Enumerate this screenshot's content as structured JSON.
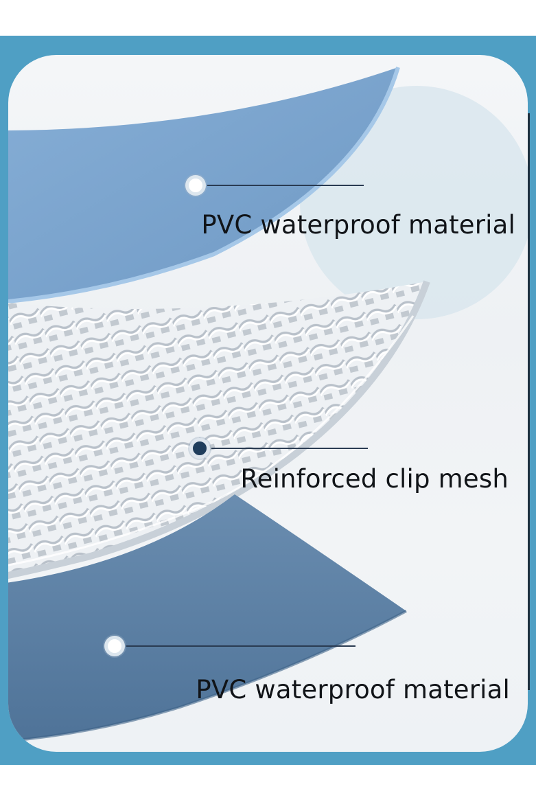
{
  "callouts": [
    {
      "text": "PVC waterproof material"
    },
    {
      "text": "Reinforced clip mesh"
    },
    {
      "text": "PVC waterproof material"
    }
  ],
  "colors": {
    "frame": "#4f9fc4",
    "top_layer": "#7ea7cf",
    "bottom_layer": "#5f83a6",
    "mesh": "#e6eaee",
    "mesh_shadow": "#9aa3ad",
    "marker_navy": "#1f3d5c"
  },
  "icons": {
    "marker_top": "white-circle-marker",
    "marker_mid": "navy-circle-marker",
    "marker_bot": "white-circle-marker"
  }
}
